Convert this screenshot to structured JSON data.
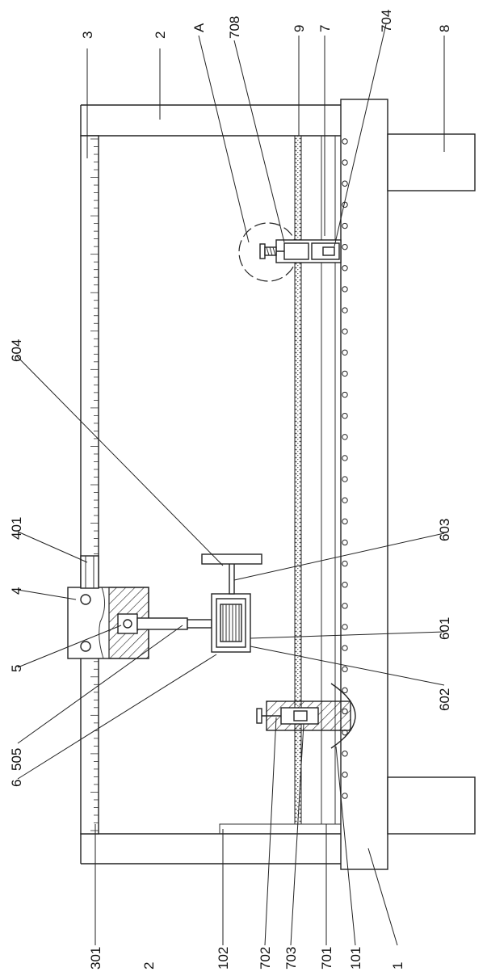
{
  "diagram": {
    "labels": {
      "l3": "3",
      "l2_top": "2",
      "lA": "A",
      "l708": "708",
      "l9": "9",
      "l7": "7",
      "l704": "704",
      "l8": "8",
      "l604": "604",
      "l401": "401",
      "l4": "4",
      "l5": "5",
      "l505": "505",
      "l6": "6",
      "l603": "603",
      "l601": "601",
      "l602": "602",
      "l301": "301",
      "l2_bottom": "2",
      "l102": "102",
      "l702": "702",
      "l703": "703",
      "l701": "701",
      "l101": "101",
      "l1": "1"
    },
    "ruler_ticks": 90,
    "roller_count": 32
  }
}
